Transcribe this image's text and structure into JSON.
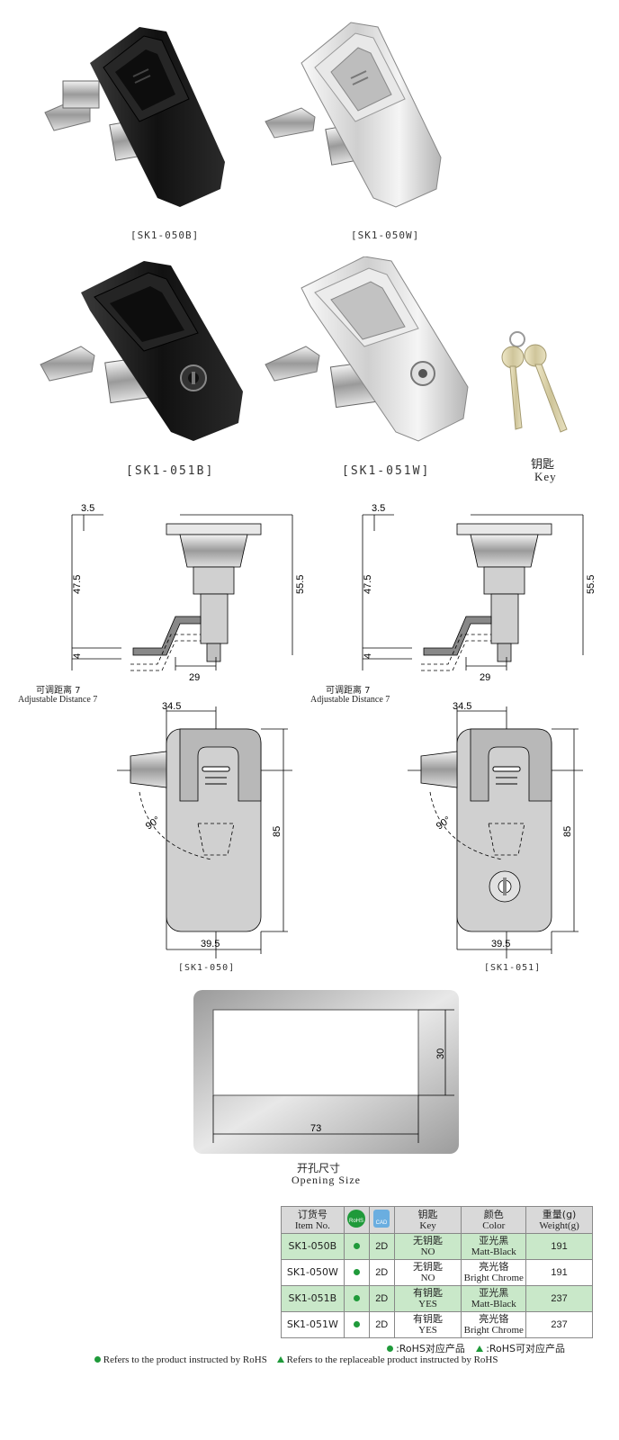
{
  "products": [
    {
      "code": "[SK1-050B]"
    },
    {
      "code": "[SK1-050W]"
    },
    {
      "code": "[SK1-051B]"
    },
    {
      "code": "[SK1-051W]"
    }
  ],
  "key_label": {
    "cn": "钥匙",
    "en": "Key"
  },
  "side_drawings": {
    "dim_top": "3.5",
    "dim_height": "47.5",
    "dim_total": "55.5",
    "dim_low": "4",
    "dim_width": "29",
    "adjust_cn": "可调距离 7",
    "adjust_en": "Adjustable Distance 7"
  },
  "front_drawings": {
    "dim_top": "34.5",
    "dim_angle": "90°",
    "dim_height": "85",
    "dim_width": "39.5",
    "left_label": "[SK1-050]",
    "right_label": "[SK1-051]"
  },
  "opening": {
    "dim_height": "30",
    "dim_width": "73",
    "label_cn": "开孔尺寸",
    "label_en": "Opening Size"
  },
  "table": {
    "headers": [
      {
        "cn": "订货号",
        "en": "Item No."
      },
      {
        "cn": "RoHS",
        "en": ""
      },
      {
        "cn": "CAD",
        "en": ""
      },
      {
        "cn": "钥匙",
        "en": "Key"
      },
      {
        "cn": "颜色",
        "en": "Color"
      },
      {
        "cn": "重量(g)",
        "en": "Weight(g)"
      }
    ],
    "rows": [
      {
        "item": "SK1-050B",
        "cad": "2D",
        "key_cn": "无钥匙",
        "key_en": "NO",
        "color_cn": "亚光黑",
        "color_en": "Matt-Black",
        "weight": "191"
      },
      {
        "item": "SK1-050W",
        "cad": "2D",
        "key_cn": "无钥匙",
        "key_en": "NO",
        "color_cn": "亮光铬",
        "color_en": "Bright Chrome",
        "weight": "191"
      },
      {
        "item": "SK1-051B",
        "cad": "2D",
        "key_cn": "有钥匙",
        "key_en": "YES",
        "color_cn": "亚光黑",
        "color_en": "Matt-Black",
        "weight": "237"
      },
      {
        "item": "SK1-051W",
        "cad": "2D",
        "key_cn": "有钥匙",
        "key_en": "YES",
        "color_cn": "亮光铬",
        "color_en": "Bright Chrome",
        "weight": "237"
      }
    ]
  },
  "legend": {
    "rohs_cn": ":RoHS对应产品",
    "rohs_replace_cn": ":RoHS可对应产品",
    "rohs_en": "Refers to the product instructed by RoHS",
    "rohs_replace_en": "Refers to the replaceable product instructed by RoHS"
  },
  "colors": {
    "green": "#1f9a3a",
    "row_green": "#c9e8c9",
    "black_body": "#1a1a1a",
    "chrome": "#d8d8d8"
  }
}
